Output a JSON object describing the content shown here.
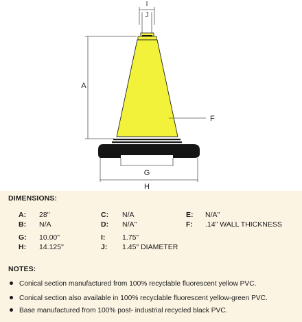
{
  "diagram": {
    "labels": {
      "I": "I",
      "J": "J",
      "A": "A",
      "F": "F",
      "G": "G",
      "H": "H"
    },
    "colors": {
      "cone": "#f2f23a",
      "base": "#151515",
      "line": "#555555"
    }
  },
  "dimensions": {
    "title": "DIMENSIONS:",
    "rows": [
      [
        {
          "key": "A:",
          "value": "28\""
        },
        {
          "key": "C:",
          "value": "N/A"
        },
        {
          "key": "E:",
          "value": "N/A\""
        }
      ],
      [
        {
          "key": "B:",
          "value": "N/A"
        },
        {
          "key": "D:",
          "value": "N/A\""
        },
        {
          "key": "F:",
          "value": ".14\" WALL THICKNESS"
        }
      ],
      [
        {
          "key": "G:",
          "value": "10.00\""
        },
        {
          "key": "I:",
          "value": "1.75\""
        }
      ],
      [
        {
          "key": "H:",
          "value": "14.125\""
        },
        {
          "key": "J:",
          "value": "1.45\" DIAMETER"
        }
      ]
    ]
  },
  "notes": {
    "title": "NOTES:",
    "items": [
      "Conical section manufactured from 100% recyclable fluorescent yellow PVC.",
      "Conical section also available in 100% recyclable fluorescent yellow-green PVC.",
      "Base manufactured from 100% post- industrial recycled black PVC."
    ]
  }
}
